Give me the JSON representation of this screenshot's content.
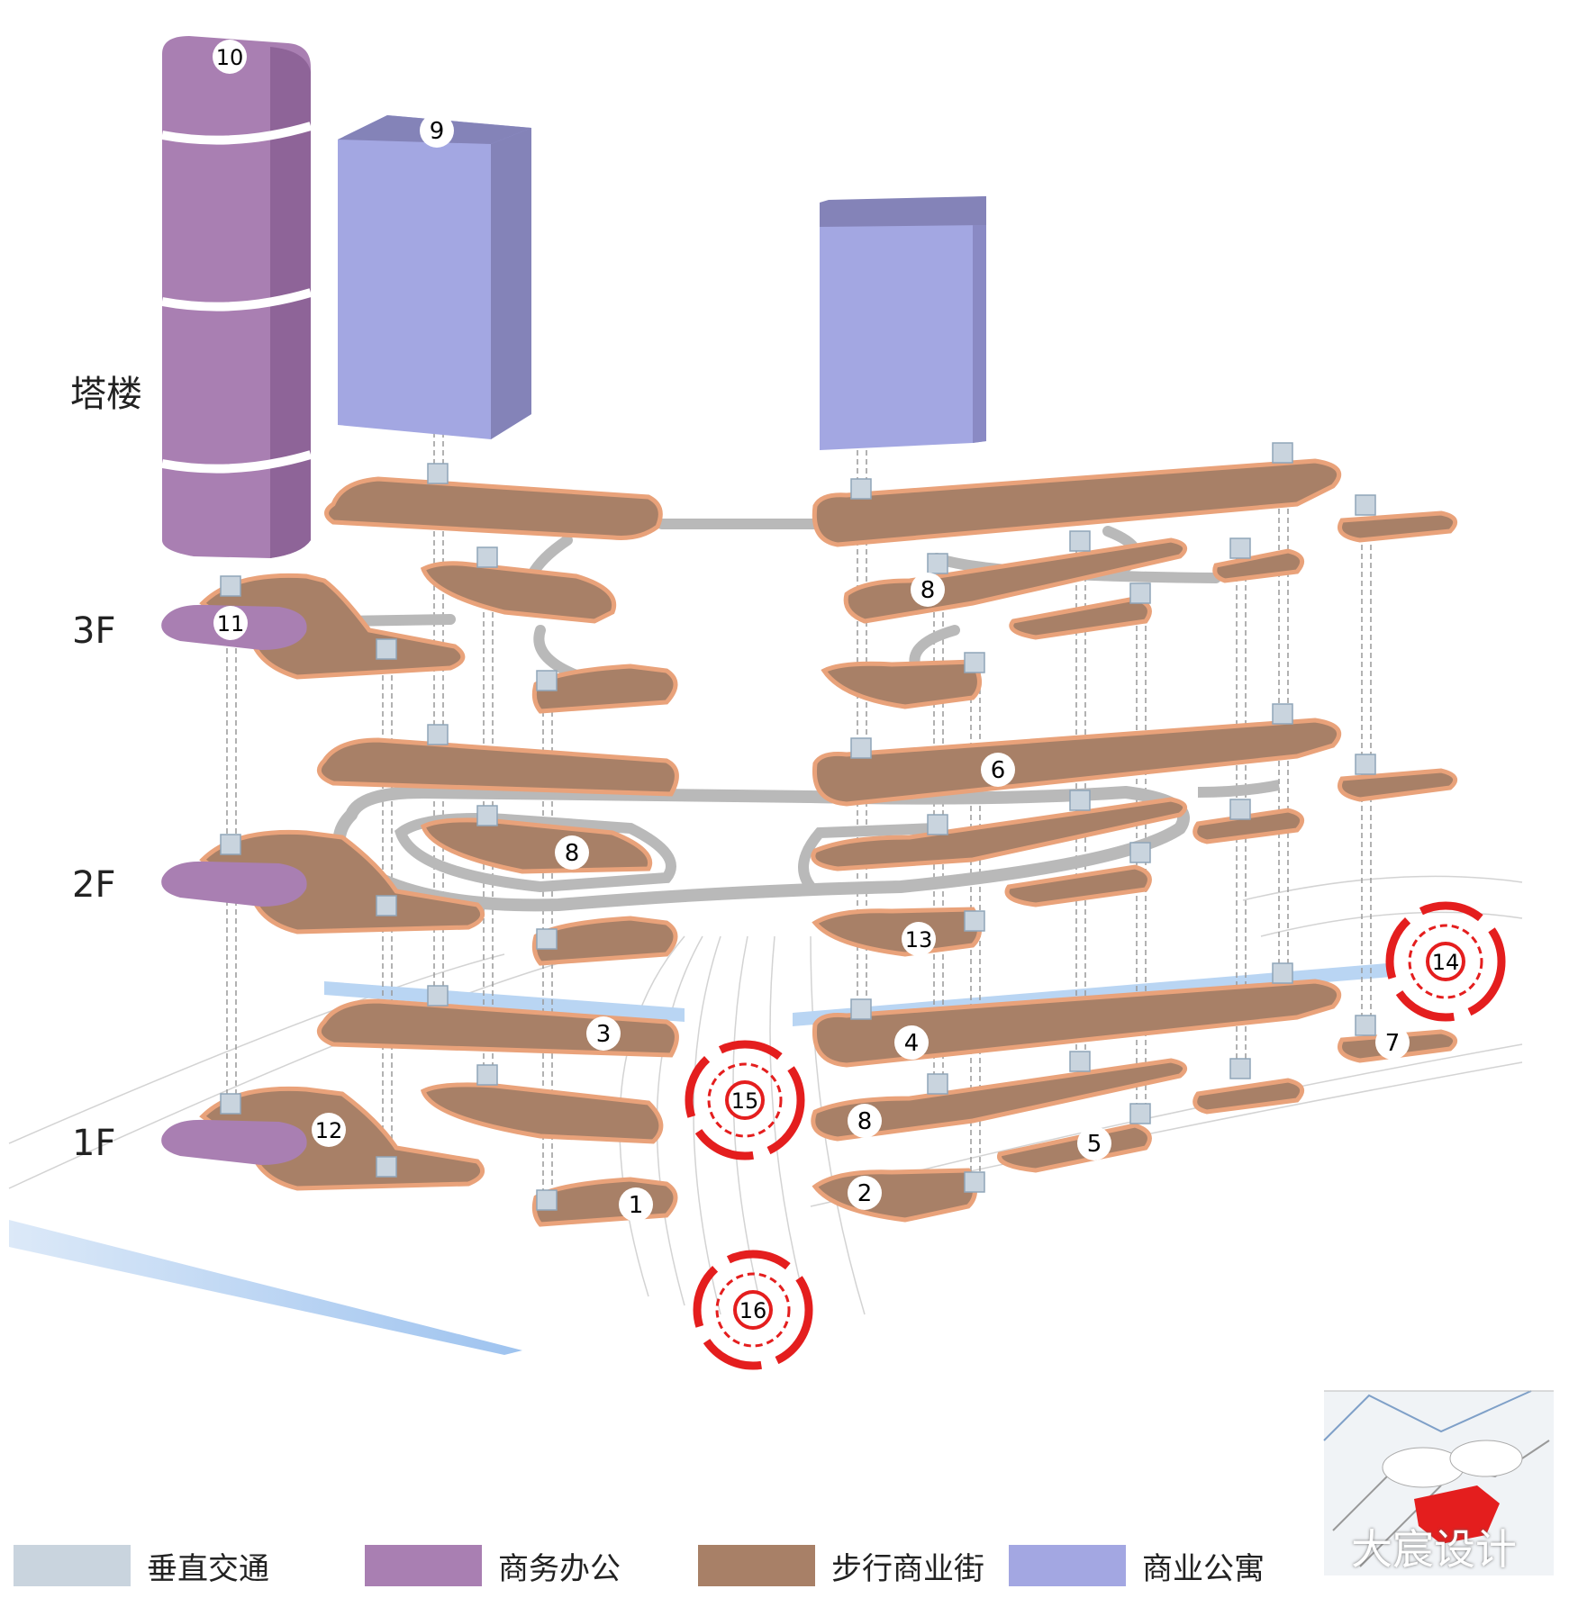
{
  "floors": {
    "tower": "塔楼",
    "f3": "3F",
    "f2": "2F",
    "f1": "1F"
  },
  "markers": {
    "m10": "10",
    "m9": "9",
    "m11": "11",
    "m12": "12",
    "m13": "13",
    "m8a": "8",
    "m8b": "8",
    "m8c": "8",
    "m6": "6",
    "m7": "7",
    "m3": "3",
    "m4": "4",
    "m5": "5",
    "m1": "1",
    "m2": "2",
    "m14": "14",
    "m15": "15",
    "m16": "16"
  },
  "legend": [
    {
      "label": "垂直交通",
      "color": "#c9d4de"
    },
    {
      "label": "商务办公",
      "color": "#a97fb2"
    },
    {
      "label": "步行商业街",
      "color": "#a88067"
    },
    {
      "label": "商业公寓",
      "color": "#a3a7e2"
    }
  ],
  "watermark": "大宸设计",
  "colors": {
    "office": "#a97fb2",
    "office_dark": "#8e6498",
    "apartment": "#a3a7e2",
    "apartment_dark": "#8483b8",
    "street": "#a88067",
    "street_edge": "#e9a27a",
    "walkway": "#b9b9b9",
    "vertical": "#c9d4de",
    "marker_red": "#e41e1e",
    "river": "#b9d5f3"
  }
}
